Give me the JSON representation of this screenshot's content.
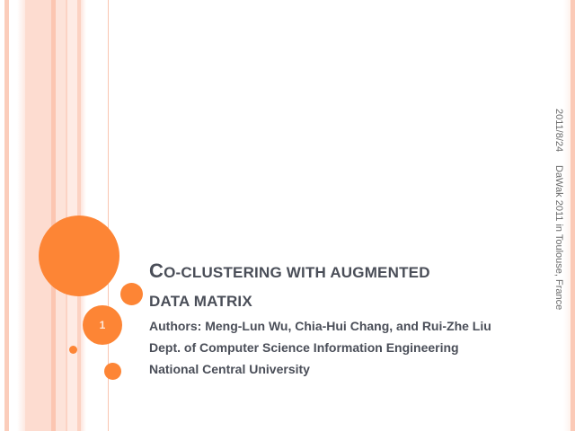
{
  "slide": {
    "number": "1",
    "title": {
      "line1_cap": "C",
      "line1_rest": "O-CLUSTERING WITH AUGMENTED",
      "line2": "DATA MATRIX"
    },
    "authors": "Authors: Meng-Lun Wu, Chia-Hui Chang, and Rui-Zhe Liu",
    "department": "Dept. of Computer Science Information Engineering",
    "university": "National Central University",
    "footer": {
      "date": "2011/8/24",
      "venue": "DaWak 2011 in Toulouse, France"
    }
  },
  "theme": {
    "accent": "#fd8535",
    "text": "#4a4e58",
    "stripe_light": "#fddcd0",
    "stripe_mid": "#fbcdbb"
  }
}
